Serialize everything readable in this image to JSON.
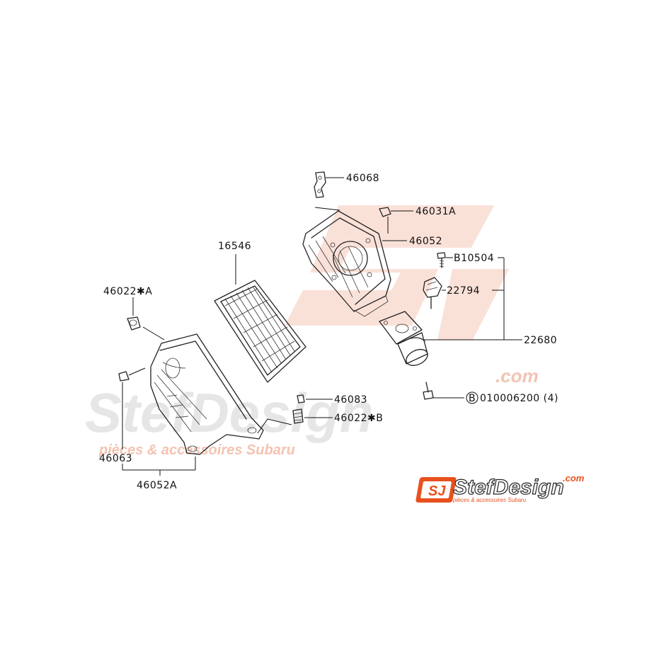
{
  "labels": {
    "p46068": "46068",
    "p46031A": "46031A",
    "p46052": "46052",
    "pB10504": "B10504",
    "p22794": "22794",
    "p22680": "22680",
    "p16546": "16546",
    "p46022A": "46022✱A",
    "p46083": "46083",
    "p46022B": "46022✱B",
    "p46063": "46063",
    "p46052A": "46052A",
    "bolt_circle": "B",
    "bolt_number": "010006200 (4)"
  },
  "watermark": {
    "brand": "StefDesign",
    "suffix": ".com",
    "tagline": "pièces & accessoires Subaru"
  },
  "logo": {
    "mark": "SJ",
    "brand": "StefDesign",
    "suffix": ".com",
    "tagline": "pièces & accessoires Subaru"
  },
  "colors": {
    "brand_orange": "#e8501e",
    "watermark_orange": "#f6c9b8",
    "watermark_grey": "#e4e4e4",
    "line": "#222222"
  }
}
